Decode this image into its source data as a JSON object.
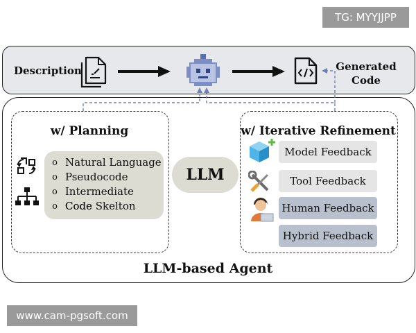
{
  "watermark_top": "TG: MYYJJPP",
  "watermark_bottom": "www.cam-pgsoft.com",
  "pipeline": {
    "input_label": "Description",
    "output_label_line1": "Generated",
    "output_label_line2": "Code"
  },
  "planning": {
    "title": "w/ Planning",
    "bullet": "o",
    "items": [
      "Natural Language",
      "Pseudocode",
      "Intermediate Code",
      "Code Skelton"
    ]
  },
  "center": {
    "label": "LLM"
  },
  "refinement": {
    "title": "w/ Iterative Refinement",
    "items": [
      "Model Feedback",
      "Tool Feedback",
      "Human Feedback",
      "Hybrid Feedback"
    ]
  },
  "agent": {
    "label": "LLM-based Agent"
  },
  "colors": {
    "pipeline_bg": "#e6e8ec",
    "panel_bg": "#dcdcd2",
    "feedback_light": "#e5e5e5",
    "feedback_dark": "#b8c0ce",
    "robot": "#7b8fc6",
    "dashed_connector": "#6f7fb8"
  },
  "icons": {
    "document": "document-edit-icon",
    "robot": "robot-icon",
    "code_file": "code-file-icon",
    "cycle": "cycle-arrows-icon",
    "hierarchy": "hierarchy-icon",
    "cube": "cube-plus-icon",
    "tools": "wrench-screwdriver-icon",
    "human": "person-laptop-icon"
  }
}
